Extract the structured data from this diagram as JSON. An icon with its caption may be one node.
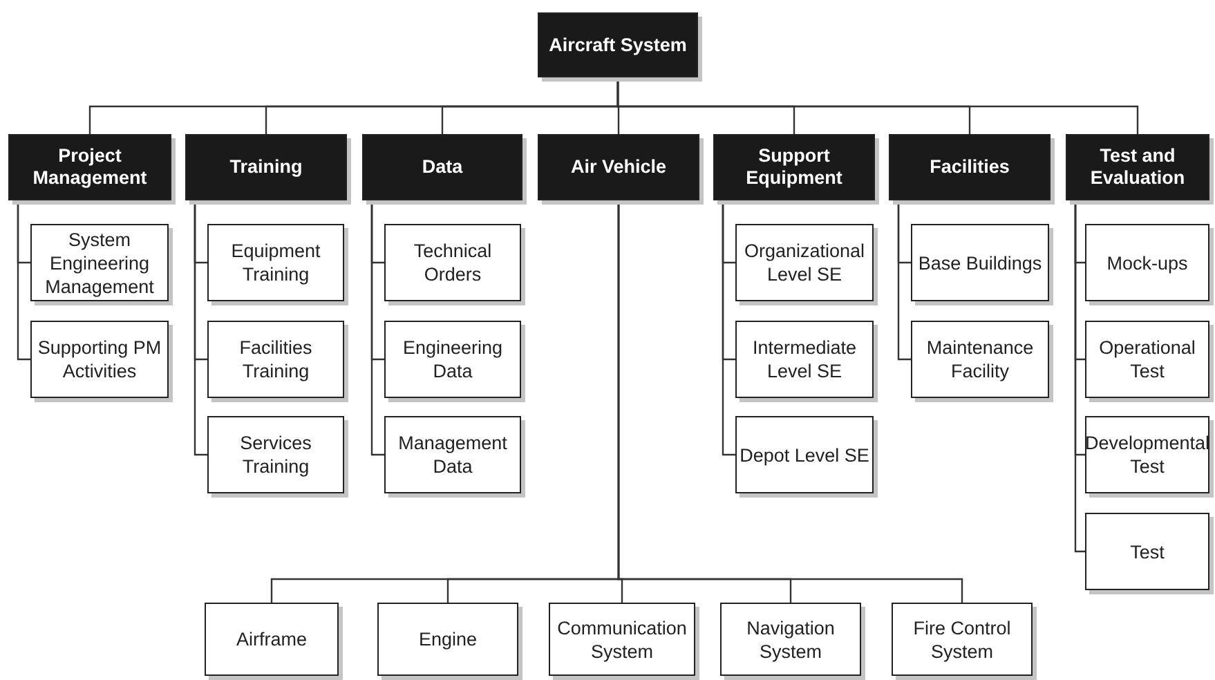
{
  "diagram": {
    "nodes": [
      {
        "text": [
          "Aircraft System"
        ]
      },
      {
        "text": [
          "Project Management"
        ]
      },
      {
        "text": [
          "Training"
        ]
      },
      {
        "text": [
          "Data"
        ]
      },
      {
        "text": [
          "Air Vehicle"
        ]
      },
      {
        "text": [
          "Support Equipment"
        ]
      },
      {
        "text": [
          "Facilities"
        ]
      },
      {
        "text": [
          "Test and Evaluation"
        ]
      },
      {
        "text": [
          "System Engineering Management"
        ]
      },
      {
        "text": [
          "Supporting PM Activities"
        ]
      },
      {
        "text": [
          "Equipment Training"
        ]
      },
      {
        "text": [
          "Facilities Training"
        ]
      },
      {
        "text": [
          "Services Training"
        ]
      },
      {
        "text": [
          "Technical Orders"
        ]
      },
      {
        "text": [
          "Engineering Data"
        ]
      },
      {
        "text": [
          "Management Data"
        ]
      },
      {
        "text": [
          "Organizational Level SE"
        ]
      },
      {
        "text": [
          "Intermediate Level SE"
        ]
      },
      {
        "text": [
          "Depot Level SE"
        ]
      },
      {
        "text": [
          "Base Buildings"
        ]
      },
      {
        "text": [
          "Maintenance Facility"
        ]
      },
      {
        "text": [
          "Mock-ups"
        ]
      },
      {
        "text": [
          "Operational Test"
        ]
      },
      {
        "text": [
          "Developmental Test"
        ]
      },
      {
        "text": [
          "Test"
        ]
      },
      {
        "text": [
          "Airframe"
        ]
      },
      {
        "text": [
          "Engine"
        ]
      },
      {
        "text": [
          "Communication System"
        ]
      },
      {
        "text": [
          "Navigation System"
        ]
      },
      {
        "text": [
          "Fire Control System"
        ]
      }
    ],
    "edges": [
      {
        "from": 0,
        "to": 1,
        "arrow": "none"
      },
      {
        "from": 0,
        "to": 2,
        "arrow": "none"
      },
      {
        "from": 0,
        "to": 3,
        "arrow": "none"
      },
      {
        "from": 0,
        "to": 4,
        "arrow": "none"
      },
      {
        "from": 0,
        "to": 5,
        "arrow": "none"
      },
      {
        "from": 0,
        "to": 6,
        "arrow": "none"
      },
      {
        "from": 0,
        "to": 7,
        "arrow": "none"
      },
      {
        "from": 1,
        "to": 8,
        "arrow": "none"
      },
      {
        "from": 1,
        "to": 9,
        "arrow": "none"
      },
      {
        "from": 2,
        "to": 10,
        "arrow": "none"
      },
      {
        "from": 2,
        "to": 11,
        "arrow": "none"
      },
      {
        "from": 2,
        "to": 12,
        "arrow": "none"
      },
      {
        "from": 3,
        "to": 13,
        "arrow": "none"
      },
      {
        "from": 3,
        "to": 14,
        "arrow": "none"
      },
      {
        "from": 3,
        "to": 15,
        "arrow": "none"
      },
      {
        "from": 5,
        "to": 16,
        "arrow": "none"
      },
      {
        "from": 5,
        "to": 17,
        "arrow": "none"
      },
      {
        "from": 5,
        "to": 18,
        "arrow": "none"
      },
      {
        "from": 6,
        "to": 19,
        "arrow": "none"
      },
      {
        "from": 6,
        "to": 20,
        "arrow": "none"
      },
      {
        "from": 7,
        "to": 21,
        "arrow": "none"
      },
      {
        "from": 7,
        "to": 22,
        "arrow": "none"
      },
      {
        "from": 7,
        "to": 23,
        "arrow": "none"
      },
      {
        "from": 7,
        "to": 24,
        "arrow": "none"
      },
      {
        "from": 4,
        "to": 25,
        "arrow": "none"
      },
      {
        "from": 4,
        "to": 26,
        "arrow": "none"
      },
      {
        "from": 4,
        "to": 27,
        "arrow": "none"
      },
      {
        "from": 4,
        "to": 28,
        "arrow": "none"
      },
      {
        "from": 4,
        "to": 29,
        "arrow": "none"
      }
    ]
  }
}
